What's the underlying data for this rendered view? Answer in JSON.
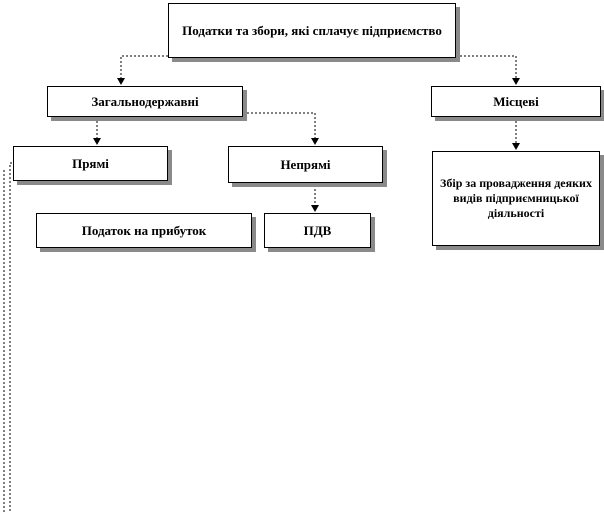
{
  "diagram": {
    "root": {
      "label": "Податки та збори, які сплачує підприємство"
    },
    "national": {
      "label": "Загальнодержавні"
    },
    "local": {
      "label": "Місцеві"
    },
    "direct": {
      "label": "Прямі"
    },
    "indirect": {
      "label": "Непрямі"
    },
    "local_fee": {
      "label": "Збір за провадження деяких видів підприємницької діяльності"
    },
    "profit_tax": {
      "label": "Податок на прибуток"
    },
    "vat": {
      "label": "ПДВ"
    }
  }
}
